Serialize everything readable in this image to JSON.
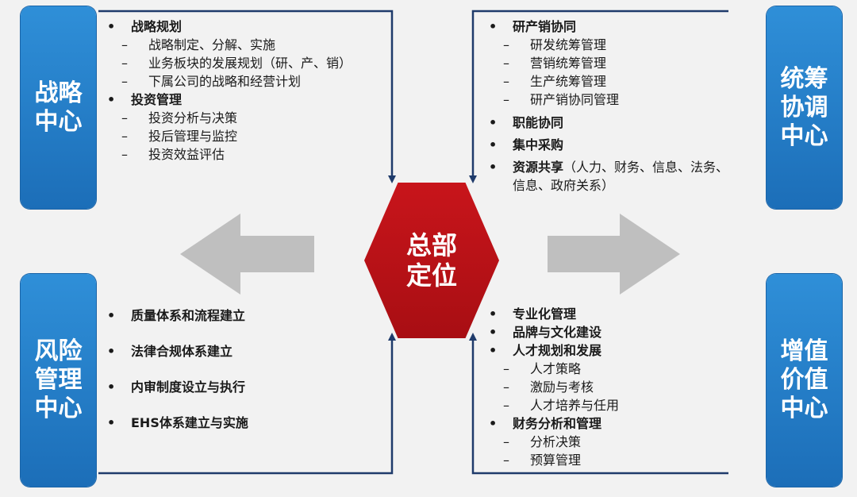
{
  "center": {
    "label": "总部\n定位"
  },
  "boxes": {
    "top_left": "战略\n中心",
    "top_right": "统筹\n协调\n中心",
    "bottom_left": "风险\n管理\n中心",
    "bottom_right": "增值\n价值\n中心"
  },
  "top_left_list": [
    {
      "title": "战略规划",
      "subs": [
        "战略制定、分解、实施",
        "业务板块的发展规划（研、产、销）",
        "下属公司的战略和经营计划"
      ]
    },
    {
      "title": "投资管理",
      "subs": [
        "投资分析与决策",
        "投后管理与监控",
        "投资效益评估"
      ]
    }
  ],
  "top_right_list": {
    "item1": {
      "title": "研产销协同",
      "subs": [
        "研发统筹管理",
        "营销统筹管理",
        "生产统筹管理",
        "研产销协同管理"
      ]
    },
    "item2": "职能协同",
    "item3": "集中采购",
    "item4_title": "资源共享",
    "item4_rest": "（人力、财务、信息、法务、",
    "item4_line2": "信息、政府关系）"
  },
  "bottom_left_list": [
    "质量体系和流程建立",
    "法律合规体系建立",
    "内审制度设立与执行",
    "EHS体系建立与实施"
  ],
  "bottom_right_list": {
    "item1": "专业化管理",
    "item2": "品牌与文化建设",
    "item3": {
      "title": "人才规划和发展",
      "subs": [
        "人才策略",
        "激励与考核",
        "人才培养与任用"
      ]
    },
    "item4": {
      "title": "财务分析和管理",
      "subs": [
        "分析决策",
        "预算管理"
      ]
    }
  },
  "colors": {
    "box_blue": "#1c6eb8",
    "hex_red": "#b5121b",
    "line_navy": "#1f3b6b",
    "arrow_gray": "#bfbfbf"
  }
}
